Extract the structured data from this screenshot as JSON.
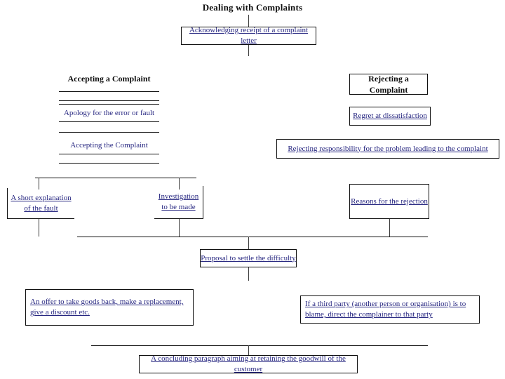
{
  "diagram": {
    "title": "Dealing with Complaints",
    "type": "flowchart",
    "accent_text_color": "#262680",
    "line_color": "#111111",
    "title_color": "#101010"
  },
  "nodes": {
    "root": "Acknowledging receipt of a complaint letter",
    "accept_heading": "Accepting a Complaint",
    "accept_apology": "Apology for the error or fault",
    "accept_accepting": "Accepting the Complaint",
    "accept_explanation": "A short explanation\nof the fault",
    "accept_investigation": "Investigation\nto be made",
    "reject_heading": "Rejecting a Complaint",
    "reject_regret": "Regret at dissatisfaction",
    "reject_responsibility": "Rejecting responsibility for the problem leading to the complaint",
    "reject_reasons": "Reasons for the rejection",
    "proposal": "Proposal to settle the difficulty",
    "offer": "An offer to take goods back, make a replacement, give a discount etc.",
    "third_party": "If a third party (another person or organisation) is to blame, direct the complainer to that party",
    "conclusion": "A concluding paragraph aiming at retaining the goodwill of the customer"
  }
}
